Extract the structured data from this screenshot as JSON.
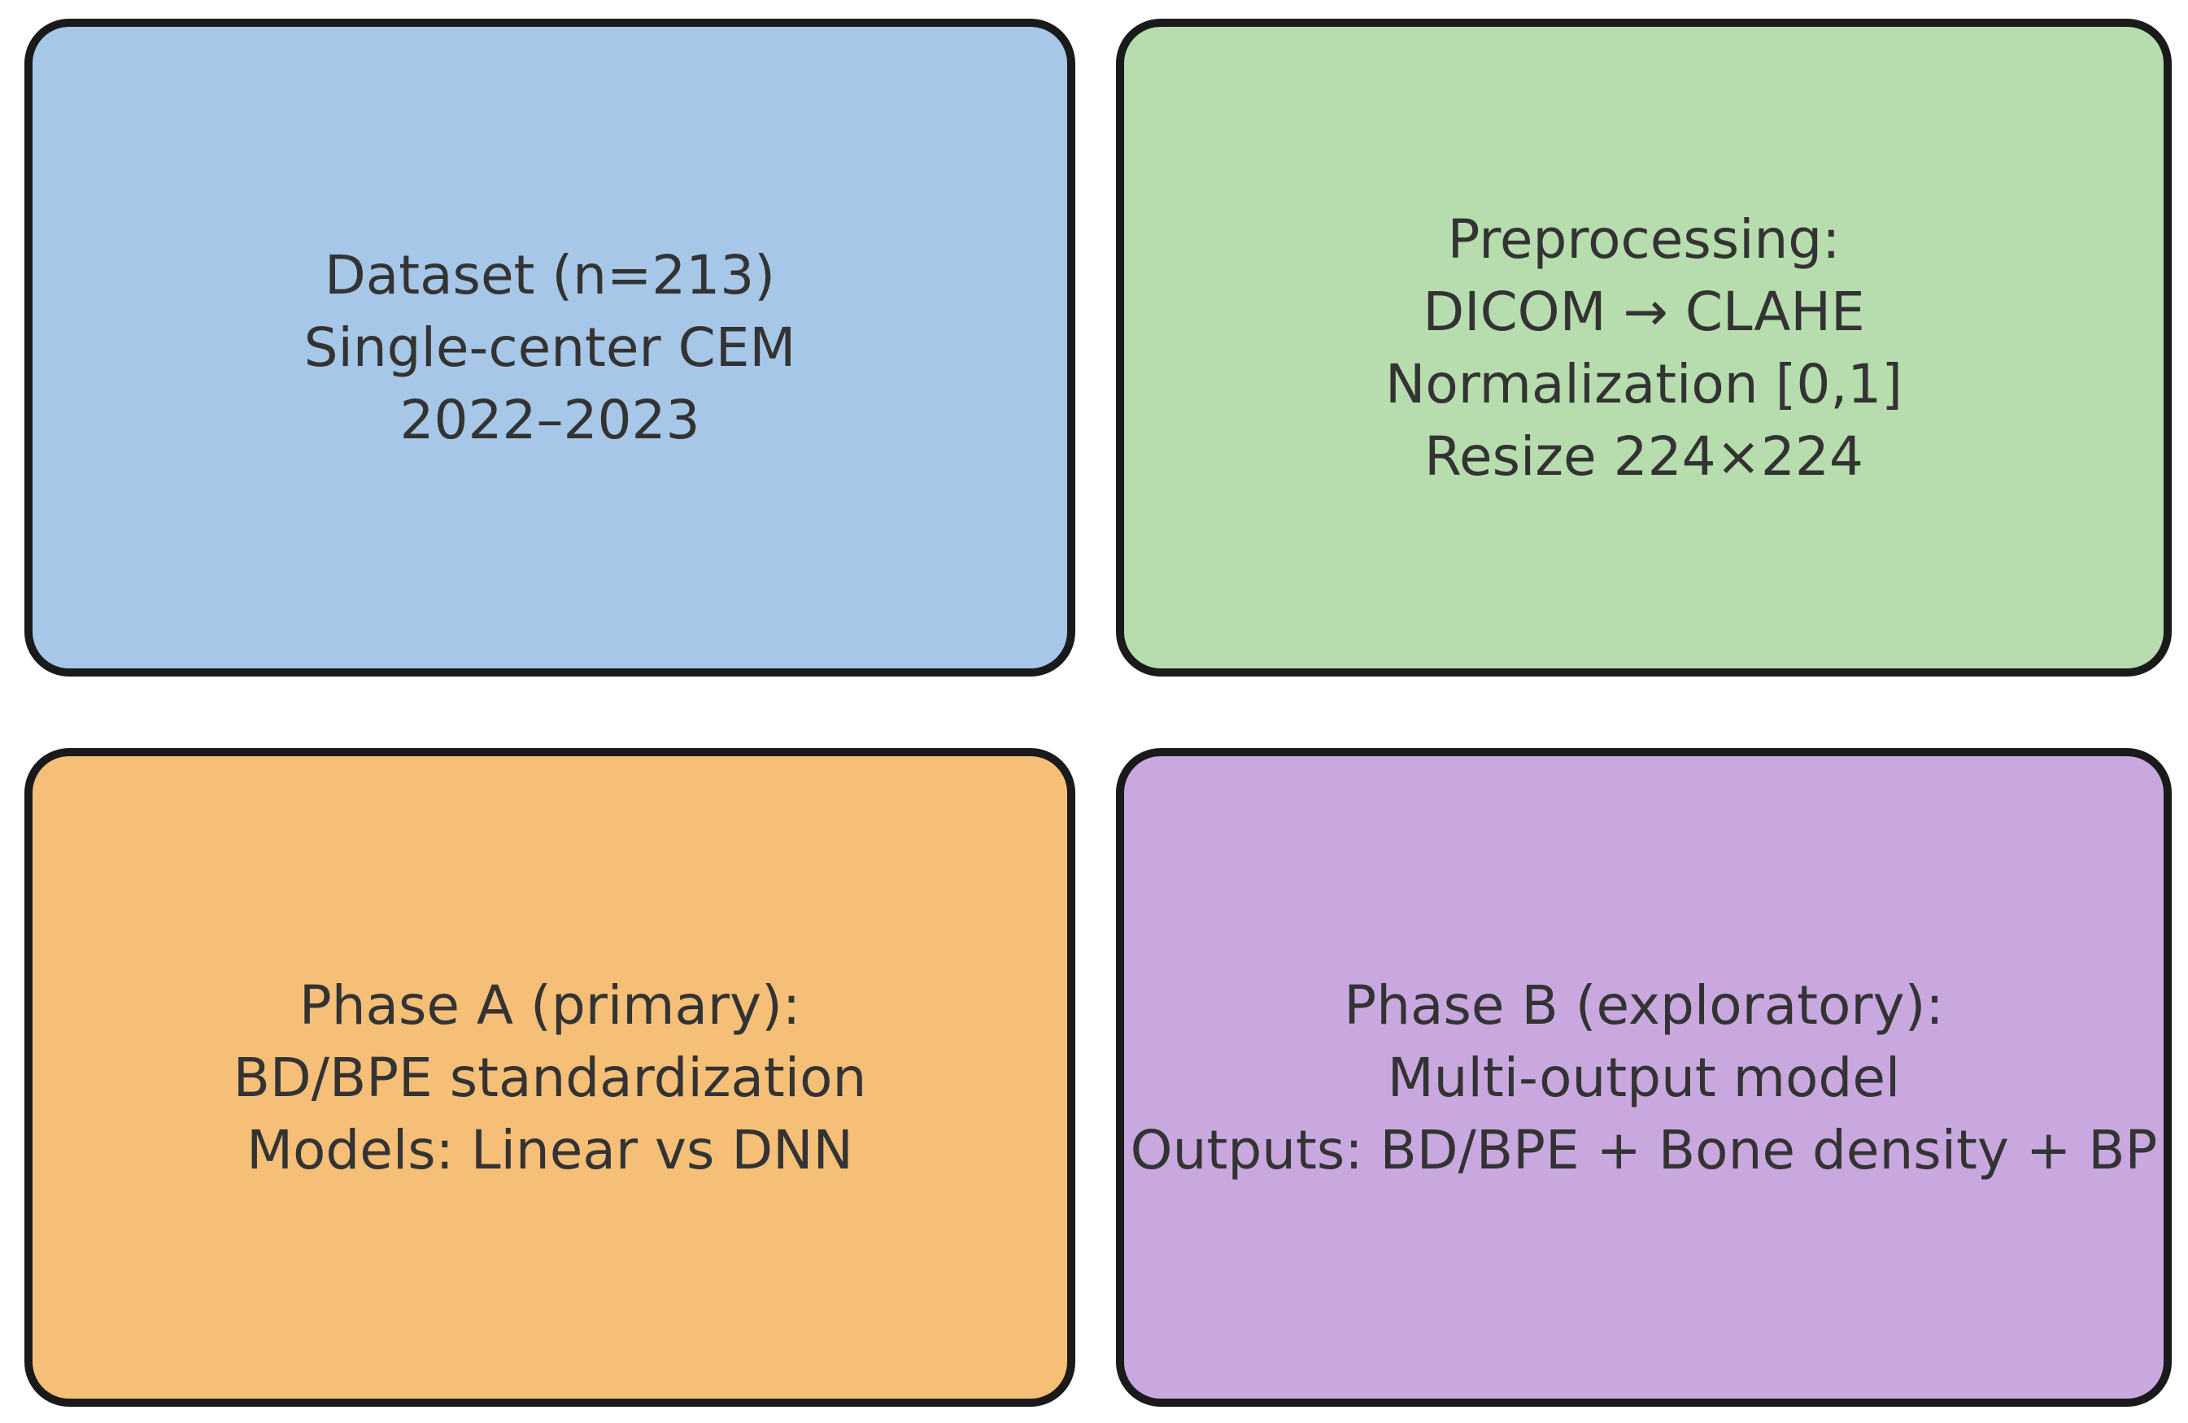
{
  "canvas": {
    "background": "#ffffff",
    "border_color": "#1a1a1a",
    "text_color": "#333333"
  },
  "boxes": [
    {
      "id": "dataset",
      "fill": "#a6c7e7",
      "lines": [
        "Dataset (n=213)",
        "Single-center CEM",
        "2022–2023"
      ]
    },
    {
      "id": "preprocessing",
      "fill": "#b7dcae",
      "lines": [
        "Preprocessing:",
        "DICOM → CLAHE",
        "Normalization [0,1]",
        "Resize 224×224"
      ]
    },
    {
      "id": "phase-a",
      "fill": "#f5bf77",
      "lines": [
        "Phase A (primary):",
        "BD/BPE standardization",
        "Models: Linear vs DNN"
      ]
    },
    {
      "id": "phase-b",
      "fill": "#c9a8e0",
      "lines": [
        "Phase B (exploratory):",
        "Multi-output model",
        "Outputs: BD/BPE + Bone density + BP"
      ]
    }
  ]
}
